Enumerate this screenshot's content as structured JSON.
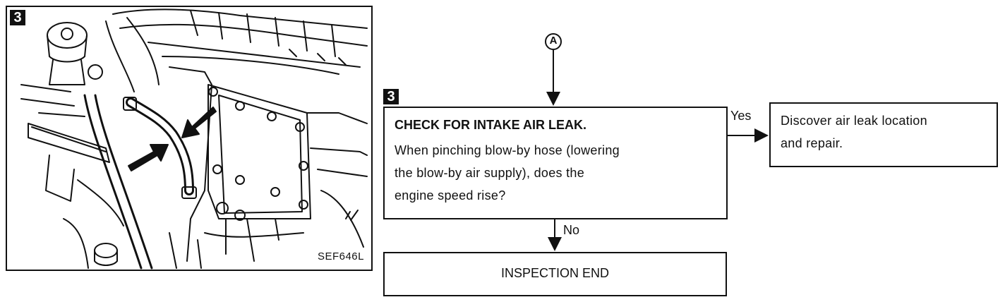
{
  "figure": {
    "step_badge": "3",
    "code": "SEF646L"
  },
  "flow": {
    "connector": "A",
    "step_badge": "3",
    "check": {
      "title": "CHECK FOR INTAKE AIR LEAK.",
      "lines": [
        "When pinching blow-by hose (lowering",
        "the blow-by air supply), does the",
        "engine speed rise?"
      ]
    },
    "yes_label": "Yes",
    "no_label": "No",
    "yes_result": {
      "lines": [
        "Discover air leak location",
        "and repair."
      ]
    },
    "no_result": "INSPECTION END"
  }
}
